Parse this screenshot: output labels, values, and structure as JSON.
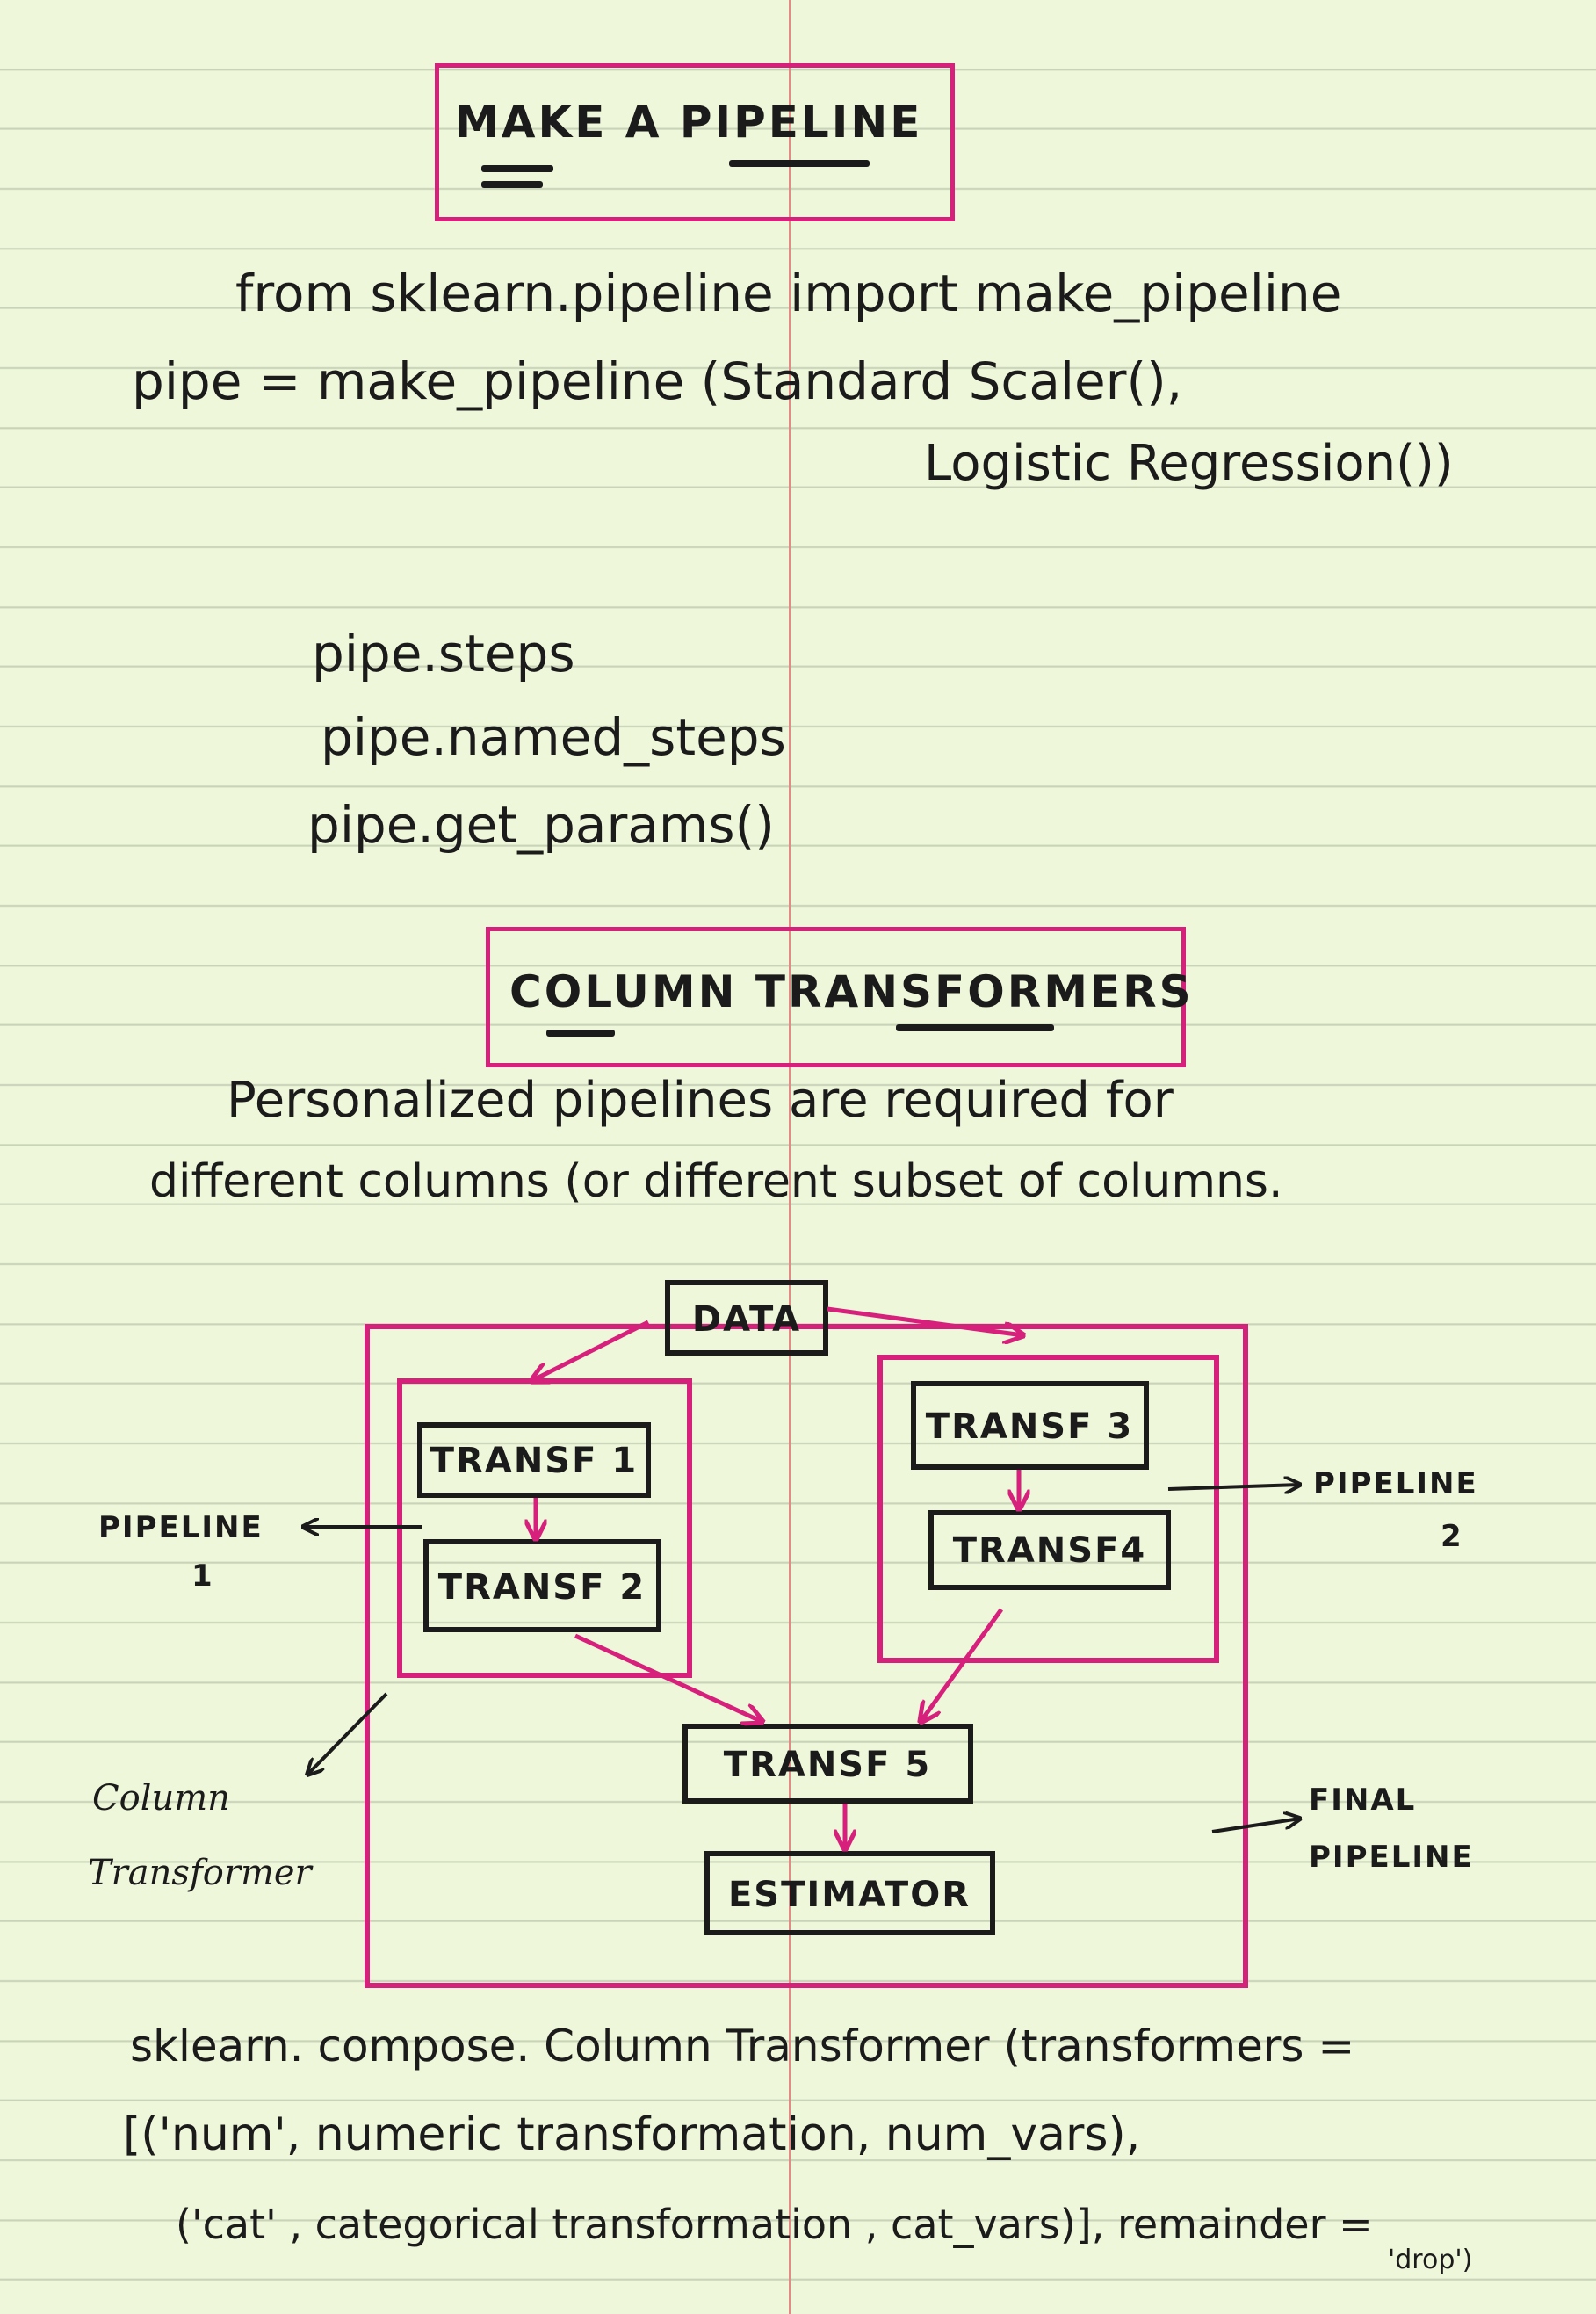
{
  "section1": {
    "title": "MAKE A PIPELINE",
    "code_import": "from sklearn.pipeline import make_pipeline",
    "code_pipe_1": "pipe = make_pipeline (Standard Scaler(),",
    "code_pipe_2": "Logistic Regression())",
    "attr_steps": "pipe.steps",
    "attr_named_steps": "pipe.named_steps",
    "attr_get_params": "pipe.get_params()"
  },
  "section2": {
    "title": "COLUMN TRANSFORMERS",
    "desc_1": "Personalized pipelines are required for",
    "desc_2": "different columns (or different subset of columns."
  },
  "diagram": {
    "data": "DATA",
    "transf1": "TRANSF 1",
    "transf2": "TRANSF 2",
    "transf3": "TRANSF 3",
    "transf4": "TRANSF4",
    "transf5": "TRANSF 5",
    "estimator": "ESTIMATOR",
    "pipeline1_a": "PIPELINE",
    "pipeline1_b": "1",
    "pipeline2_a": "PIPELINE",
    "pipeline2_b": "2",
    "column_a": "Column",
    "column_b": "Transformer",
    "final_a": "FINAL",
    "final_b": "PIPELINE"
  },
  "section3": {
    "code_1": "sklearn. compose. Column Transformer (transformers =",
    "code_2": "[('num', numeric transformation, num_vars),",
    "code_3a": "('cat' , categorical transformation , cat_vars)], remainder =",
    "code_3b": "'drop')"
  },
  "colors": {
    "ink": "#1b1b1b",
    "highlight": "#d6207c",
    "paper": "#eef7da",
    "rule": "#c9d3b8",
    "margin": "#e38a86"
  }
}
